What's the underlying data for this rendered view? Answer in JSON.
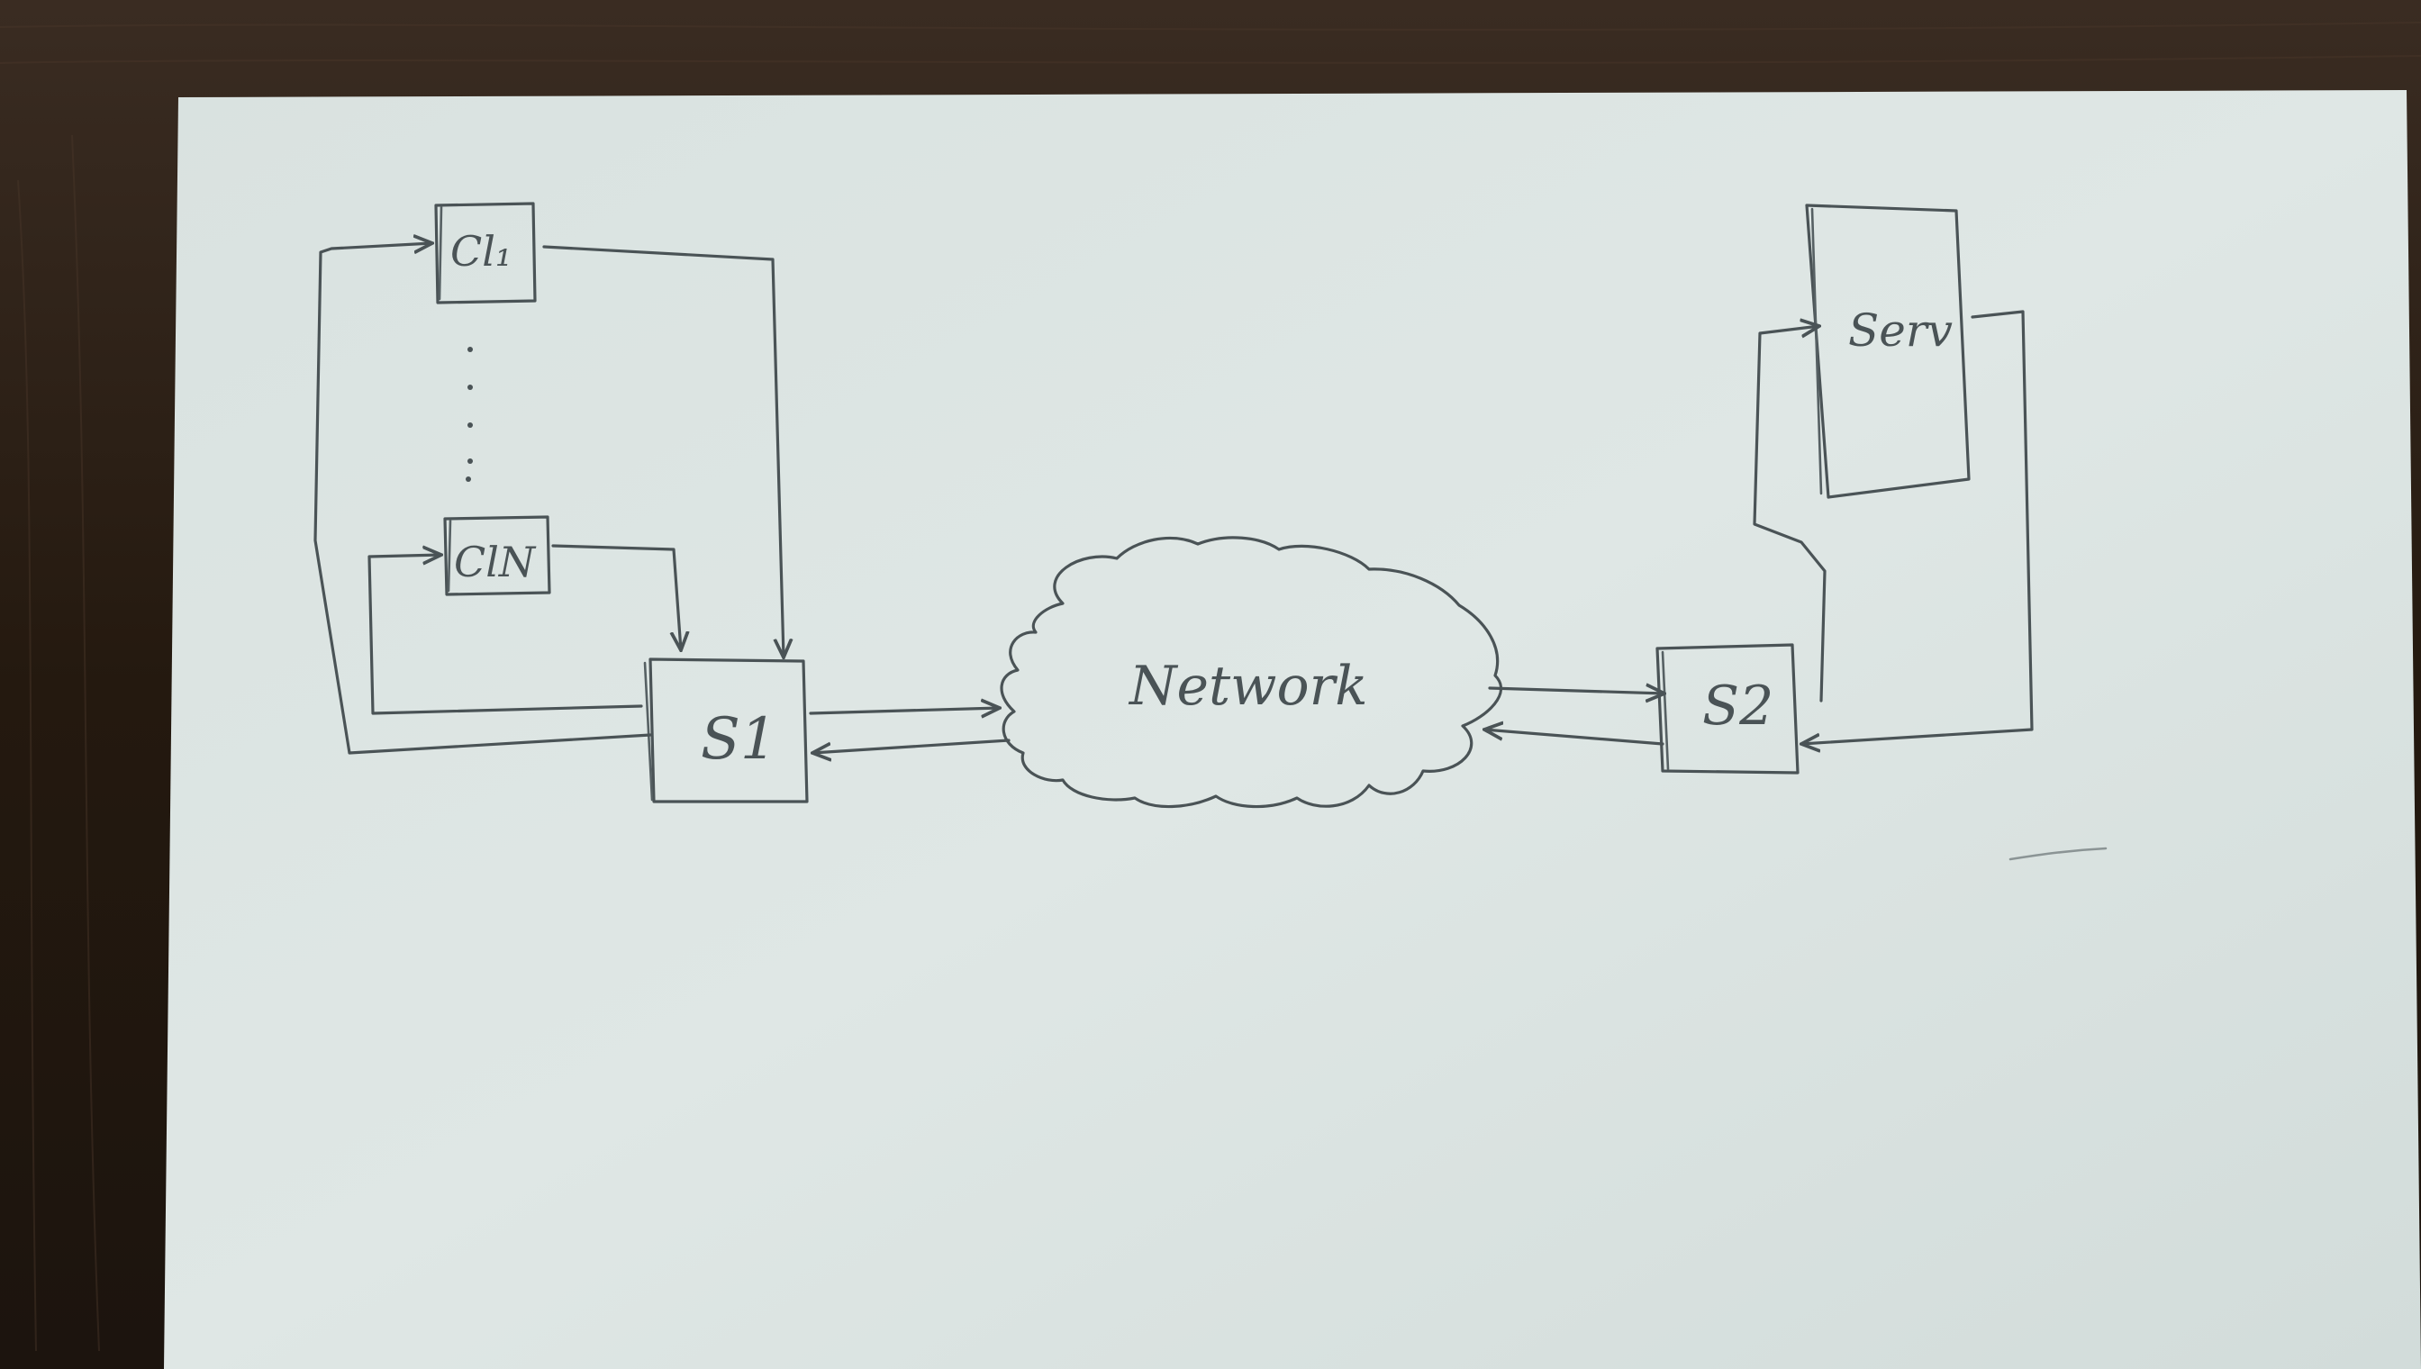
{
  "nodes": {
    "client_first": {
      "label": "Cl₁"
    },
    "client_last": {
      "label": "ClN"
    },
    "switch_1": {
      "label": "S1"
    },
    "switch_2": {
      "label": "S2"
    },
    "server": {
      "label": "Serv"
    },
    "network": {
      "label": "Network"
    }
  },
  "edges": [
    {
      "from": "client_first",
      "to": "switch_1"
    },
    {
      "from": "switch_1",
      "to": "client_first"
    },
    {
      "from": "client_last",
      "to": "switch_1"
    },
    {
      "from": "switch_1",
      "to": "client_last"
    },
    {
      "from": "switch_1",
      "to": "network"
    },
    {
      "from": "network",
      "to": "switch_1"
    },
    {
      "from": "network",
      "to": "switch_2"
    },
    {
      "from": "switch_2",
      "to": "network"
    },
    {
      "from": "switch_2",
      "to": "server"
    },
    {
      "from": "server",
      "to": "switch_2"
    }
  ],
  "colors": {
    "paper": "#dfe7e5",
    "pencil": "#4a5356",
    "desk": "#2a1f18"
  }
}
